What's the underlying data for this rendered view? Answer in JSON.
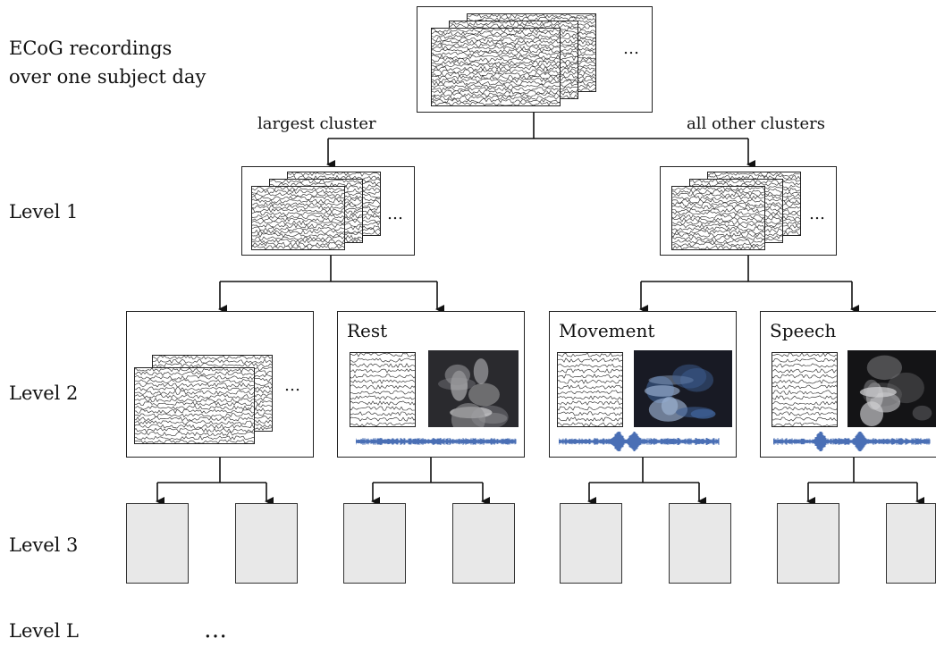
{
  "row_labels": {
    "top_line1": "ECoG recordings",
    "top_line2": "over one subject day",
    "level1": "Level 1",
    "level2": "Level 2",
    "level3": "Level 3",
    "levelL": "Level L"
  },
  "edge_labels": {
    "left": "largest cluster",
    "right": "all other clusters"
  },
  "level2_clusters": [
    {
      "id": "unlabeled",
      "title": ""
    },
    {
      "id": "rest",
      "title": "Rest"
    },
    {
      "id": "movement",
      "title": "Movement"
    },
    {
      "id": "speech",
      "title": "Speech"
    }
  ],
  "ellipsis": "…",
  "levelL_ellipsis": "…",
  "colors": {
    "line": "#222222",
    "leaf_fill": "#e8e8e8",
    "audio_wave": "#4a6fb5",
    "frame_dark": "#1c1c22"
  }
}
